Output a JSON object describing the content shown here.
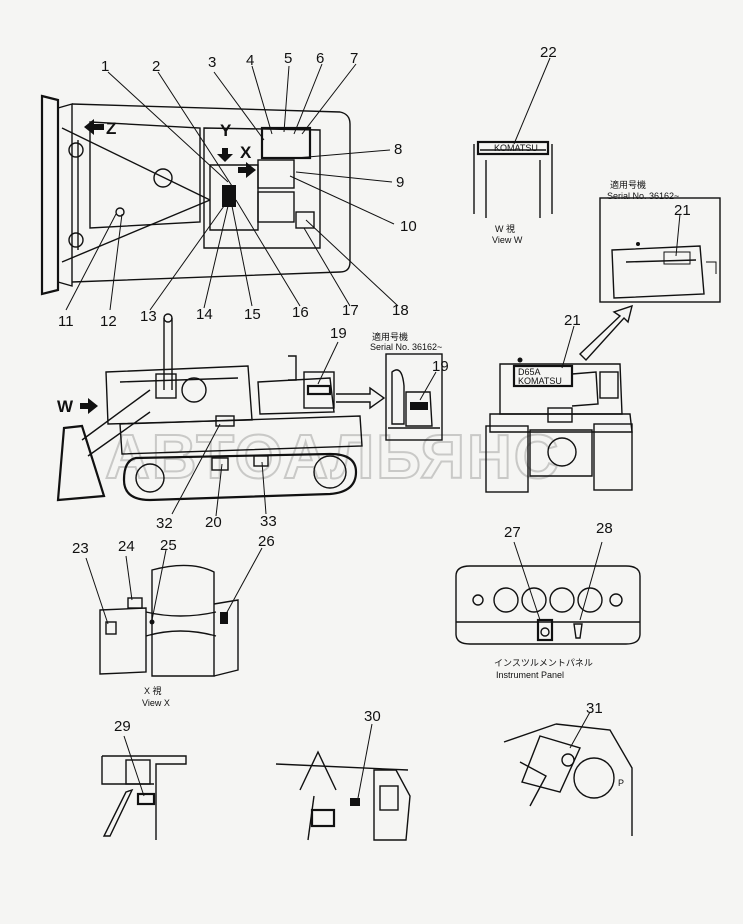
{
  "watermark": "АВТОАЛЬЯНС",
  "parts": [
    {
      "label": "1"
    },
    {
      "label": "2"
    },
    {
      "label": "3"
    },
    {
      "label": "4"
    },
    {
      "label": "5"
    },
    {
      "label": "6"
    },
    {
      "label": "7"
    },
    {
      "label": "8"
    },
    {
      "label": "9"
    },
    {
      "label": "10"
    },
    {
      "label": "11"
    },
    {
      "label": "12"
    },
    {
      "label": "13"
    },
    {
      "label": "14"
    },
    {
      "label": "15"
    },
    {
      "label": "16"
    },
    {
      "label": "17"
    },
    {
      "label": "18"
    },
    {
      "label": "19"
    },
    {
      "label": "19"
    },
    {
      "label": "20"
    },
    {
      "label": "21"
    },
    {
      "label": "21"
    },
    {
      "label": "22"
    },
    {
      "label": "23"
    },
    {
      "label": "24"
    },
    {
      "label": "25"
    },
    {
      "label": "26"
    },
    {
      "label": "27"
    },
    {
      "label": "28"
    },
    {
      "label": "29"
    },
    {
      "label": "30"
    },
    {
      "label": "31"
    },
    {
      "label": "32"
    },
    {
      "label": "33"
    }
  ],
  "view_arrows": {
    "z": "Z",
    "y": "Y",
    "x": "X",
    "w": "W"
  },
  "captions": {
    "view_w_jp": "W 視",
    "view_w_en": "View W",
    "view_x_jp": "X 視",
    "view_x_en": "View X",
    "serial_jp_1": "適用号機",
    "serial_en_1": "Serial No. 36162~",
    "serial_jp_2": "適用号機",
    "serial_en_2": "Serial No. 36162~",
    "panel_jp": "インスツルメントパネル",
    "panel_en": "Instrument Panel"
  },
  "plates": {
    "komatsu": "KOMATSU",
    "d65a": "D65A"
  }
}
